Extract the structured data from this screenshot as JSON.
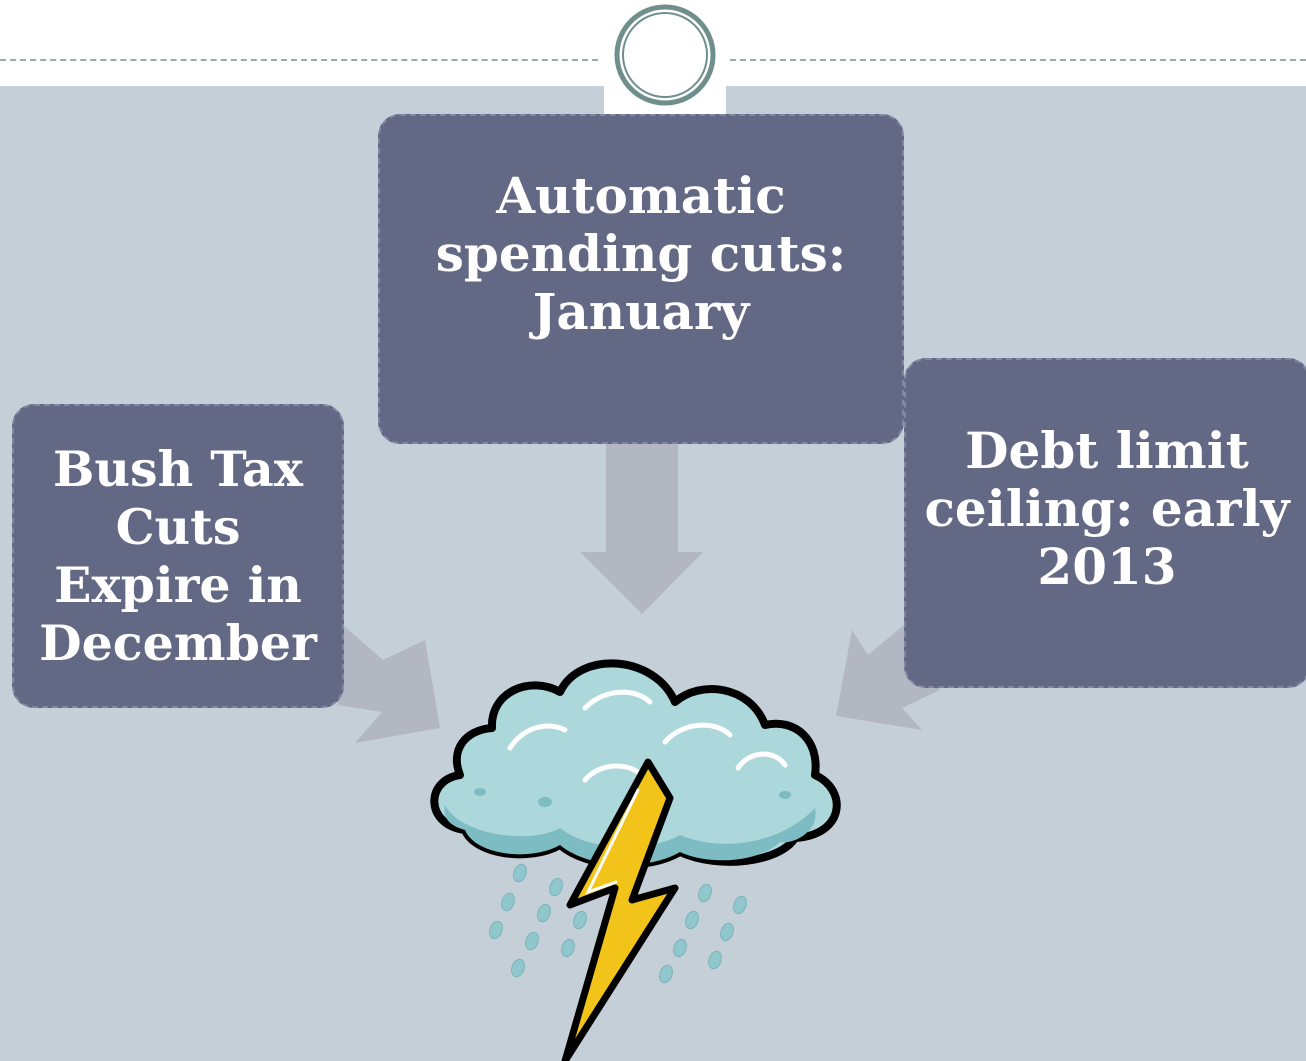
{
  "diagram": {
    "boxes": {
      "left": "Bush Tax\nCuts\nExpire in\nDecember",
      "top": "Automatic\nspending cuts:\nJanuary",
      "right": "Debt limit\nceiling: early\n2013"
    },
    "center_image": "storm-cloud-with-lightning"
  },
  "colors": {
    "box_fill": "#636985",
    "background": "#c4cfd7",
    "arrow": "#b3b7c2",
    "cloud": "#acd8dc",
    "lightning": "#f2c318"
  }
}
